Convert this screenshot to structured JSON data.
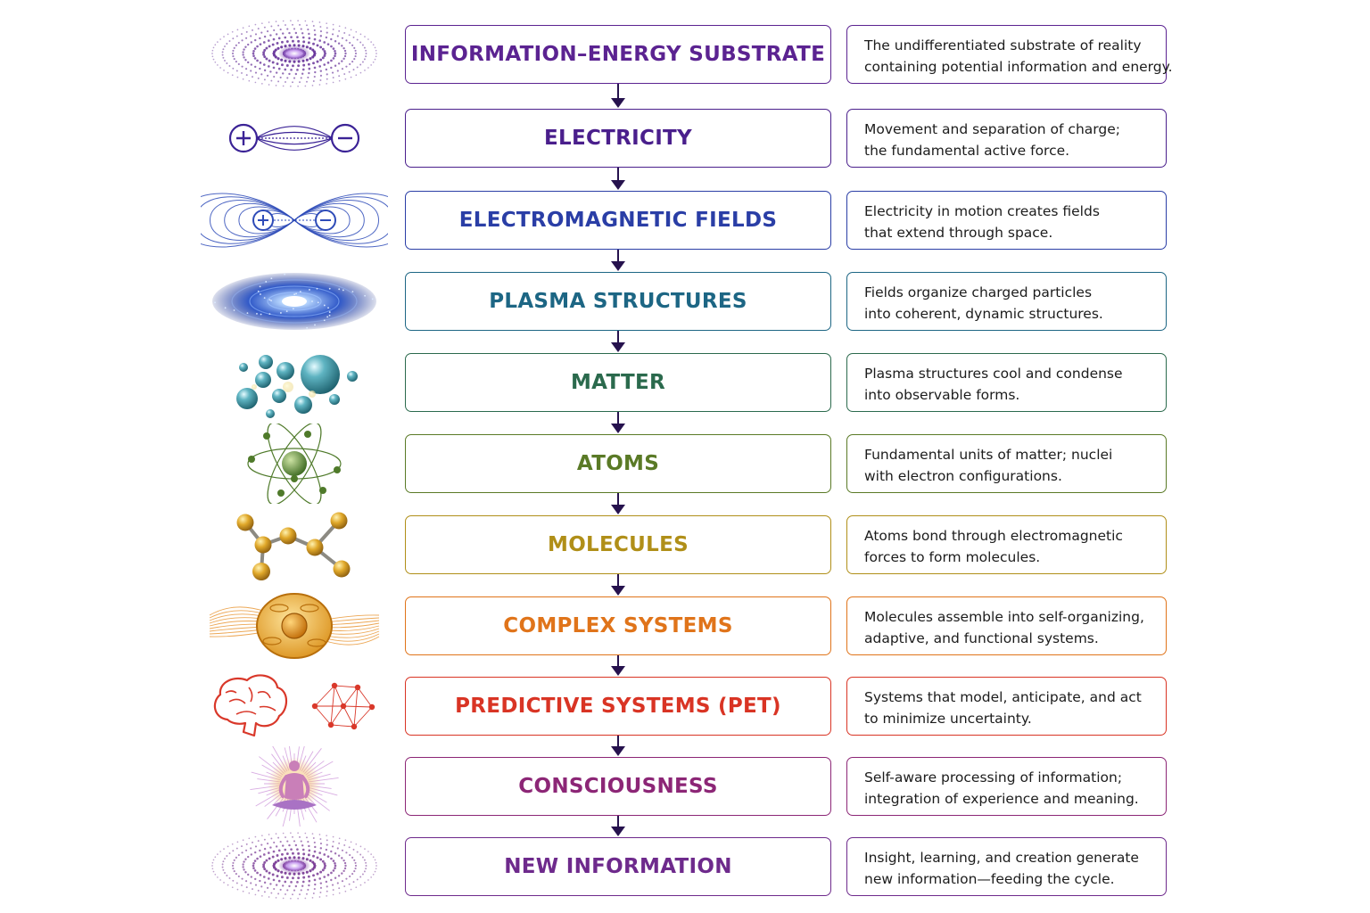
{
  "diagram": {
    "stages": [
      {
        "id": "information-energy-substrate",
        "title": "INFORMATION–ENERGY SUBSTRATE",
        "icon": "dotted-concentric-field-icon",
        "color": "#5b2391",
        "description": [
          "The undifferentiated substrate of reality",
          "containing potential information and energy."
        ]
      },
      {
        "id": "electricity",
        "title": "ELECTRICITY",
        "icon": "charge-dipole-icon",
        "color": "#4a1f8c",
        "description": [
          "Movement and separation of charge;",
          "the fundamental active force."
        ]
      },
      {
        "id": "electromagnetic-fields",
        "title": "ELECTROMAGNETIC FIELDS",
        "icon": "field-lines-icon",
        "color": "#2a3ea6",
        "description": [
          "Electricity in motion creates fields",
          "that extend through space."
        ]
      },
      {
        "id": "plasma-structures",
        "title": "PLASMA STRUCTURES",
        "icon": "galaxy-plasma-icon",
        "color": "#1d6684",
        "description": [
          "Fields organize charged particles",
          "into coherent, dynamic structures."
        ]
      },
      {
        "id": "matter",
        "title": "MATTER",
        "icon": "particle-spheres-icon",
        "color": "#2b6a4d",
        "description": [
          "Plasma structures cool and condense",
          "into observable forms."
        ]
      },
      {
        "id": "atoms",
        "title": "ATOMS",
        "icon": "atom-orbit-icon",
        "color": "#5a7a26",
        "description": [
          "Fundamental units of matter; nuclei",
          "with electron configurations."
        ]
      },
      {
        "id": "molecules",
        "title": "MOLECULES",
        "icon": "molecule-chain-icon",
        "color": "#b08f18",
        "description": [
          "Atoms bond through electromagnetic",
          "forces to form molecules."
        ]
      },
      {
        "id": "complex-systems",
        "title": "COMPLEX SYSTEMS",
        "icon": "cell-network-icon",
        "color": "#e0741a",
        "description": [
          "Molecules assemble into self-organizing,",
          "adaptive, and functional systems."
        ]
      },
      {
        "id": "predictive-systems",
        "title": "PREDICTIVE SYSTEMS (PET)",
        "icon": "brain-network-icon",
        "color": "#d93424",
        "description": [
          "Systems that model, anticipate, and act",
          "to minimize uncertainty."
        ]
      },
      {
        "id": "consciousness",
        "title": "CONSCIOUSNESS",
        "icon": "meditating-figure-icon",
        "color": "#8c2676",
        "description": [
          "Self-aware processing of information;",
          "integration of experience and meaning."
        ]
      },
      {
        "id": "new-information",
        "title": "NEW INFORMATION",
        "icon": "dotted-concentric-field-icon",
        "color": "#6e2a8c",
        "description": [
          "Insight, learning, and creation generate",
          "new information—feeding the cycle."
        ]
      }
    ],
    "connector_color": "#26124e"
  }
}
